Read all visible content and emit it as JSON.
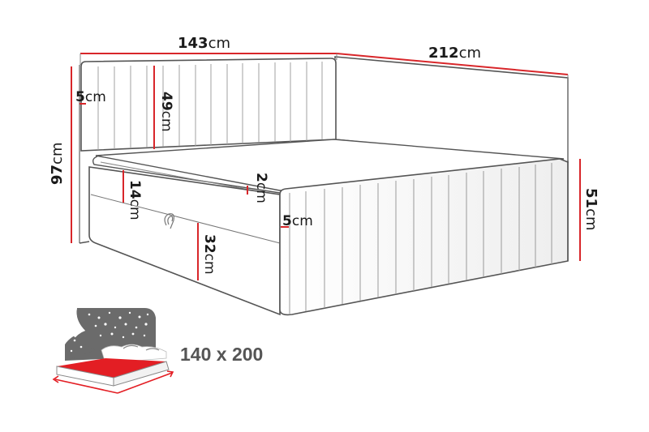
{
  "diagram": {
    "type": "product-dimension-drawing",
    "subject": "upholstered boxspring bed with vertical channel-tufted headboard and storage",
    "colors": {
      "dimension_line": "#d8262a",
      "outline": "#555555",
      "channel_lines": "#9a9a9a",
      "icon_grey": "#6b6b6b",
      "icon_red": "#e31e24",
      "text": "#1a1a1a",
      "size_text": "#555555"
    }
  },
  "dimensions": {
    "width": {
      "value": "143",
      "unit": "cm"
    },
    "length": {
      "value": "212",
      "unit": "cm"
    },
    "total_height": {
      "value": "97",
      "unit": "cm"
    },
    "headboard_height": {
      "value": "49",
      "unit": "cm"
    },
    "headboard_thickness": {
      "value": "5",
      "unit": "cm"
    },
    "topper_thickness": {
      "value": "2",
      "unit": "cm"
    },
    "mattress_height": {
      "value": "14",
      "unit": "cm"
    },
    "base_height": {
      "value": "32",
      "unit": "cm"
    },
    "footboard_thickness": {
      "value": "5",
      "unit": "cm"
    },
    "side_height": {
      "value": "51",
      "unit": "cm"
    }
  },
  "mattress_icon": {
    "icon": "bed-night-stars-icon",
    "size_label": "140 x 200"
  }
}
